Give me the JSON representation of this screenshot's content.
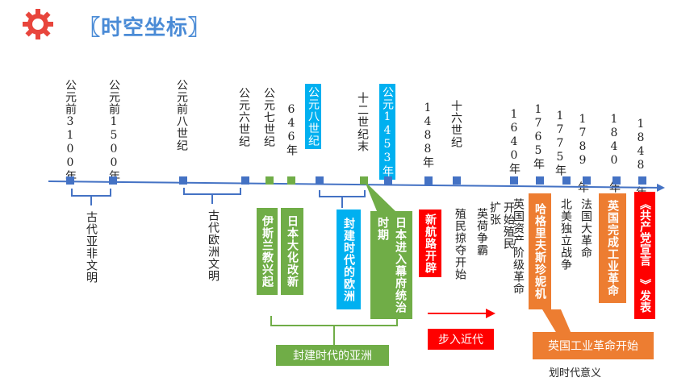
{
  "header": {
    "title": "〖时空坐标〗"
  },
  "colors": {
    "blue": "#4472c4",
    "green": "#70ad47",
    "red": "#ff0000",
    "orange": "#ed7d31",
    "cyan": "#00b0f0"
  },
  "dates": [
    {
      "label": "公元前3100年",
      "highlight": false
    },
    {
      "label": "公元前1500年",
      "highlight": false
    },
    {
      "label": "公元前八世纪",
      "highlight": false
    },
    {
      "label": "公元六世纪",
      "highlight": false
    },
    {
      "label": "公元七世纪",
      "highlight": false
    },
    {
      "label": "646年",
      "highlight": false
    },
    {
      "label": "公元八世纪",
      "highlight": true
    },
    {
      "label": "十二世纪末",
      "highlight": false
    },
    {
      "label": "公元1453年",
      "highlight": true
    },
    {
      "label": "1488年",
      "highlight": false
    },
    {
      "label": "十六世纪",
      "highlight": false
    },
    {
      "label": "1640年",
      "highlight": false
    },
    {
      "label": "1765年",
      "highlight": false
    },
    {
      "label": "1775年",
      "highlight": false
    },
    {
      "label": "1789 年",
      "highlight": false
    },
    {
      "label": "1840 年",
      "highlight": false
    },
    {
      "label": "1848 年",
      "highlight": false
    }
  ],
  "events": {
    "ancient_asia_africa": "古代亚非文明",
    "ancient_europe": "古代欧洲文明",
    "islam_rise": "伊斯兰教兴起",
    "taika_reform": "日本大化改新",
    "feudal_europe": "封建时代的欧洲",
    "shogunate": "日本进入幕府统治时期",
    "new_route": "新航路开辟",
    "colonial_plunder": "殖民掠夺开始",
    "anglo_dutch": "英荷争霸",
    "colonial_expansion": "开始殖民扩张",
    "english_revolution": "英国资产阶级革命",
    "jenny": "哈格里夫斯珍妮机",
    "american_war": "北美独立战争",
    "french_revolution": "法国大革命",
    "industrial_complete": "英国完成工业革命",
    "manifesto": "《共产党宣言 》发表"
  },
  "labels": {
    "feudal_asia": "封建时代的亚洲",
    "modern_era": "步入近代",
    "industrial_start": "英国工业革命开始",
    "epoch_meaning": "划时代意义"
  }
}
